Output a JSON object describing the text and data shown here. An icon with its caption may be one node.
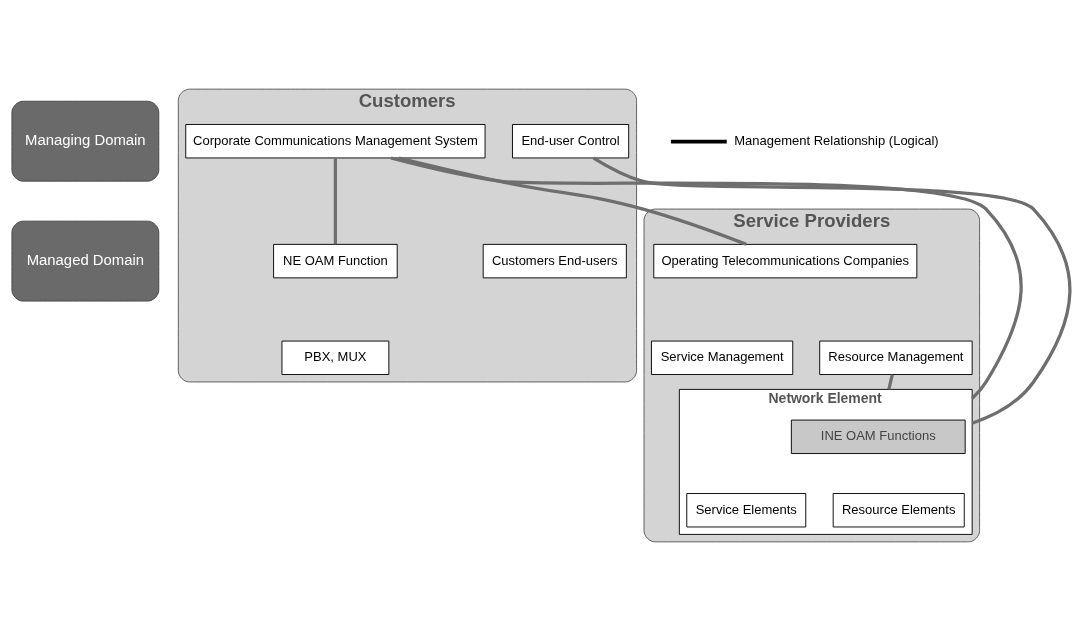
{
  "diagram": {
    "nodes": [
      {
        "text": [
          "Managing Domain"
        ]
      },
      {
        "text": [
          "Managed Domain"
        ]
      },
      {
        "text": [
          "Customers"
        ]
      },
      {
        "text": [
          "Corporate Communications Management System"
        ],
        "in": 2
      },
      {
        "text": [
          "NE OAM Function"
        ],
        "in": 2
      },
      {
        "text": [
          "PBX, MUX"
        ],
        "in": 2
      },
      {
        "text": [
          "End-user Control"
        ],
        "in": 2
      },
      {
        "text": [
          "Customers End-users"
        ],
        "in": 2
      },
      {
        "text": [
          "Service Providers"
        ]
      },
      {
        "text": [
          "Operating Telecommunications Companies"
        ],
        "in": 8
      },
      {
        "text": [
          "Service Management"
        ],
        "in": 8
      },
      {
        "text": [
          "Resource Management"
        ],
        "in": 8
      },
      {
        "text": [
          "Network Element"
        ],
        "in": 8
      },
      {
        "text": [
          "INE OAM Functions"
        ],
        "in": 12
      },
      {
        "text": [
          "Service Elements"
        ],
        "in": 12
      },
      {
        "text": [
          "Resource Elements"
        ],
        "in": 12
      }
    ],
    "edges": [
      {
        "from": 3,
        "to": 4,
        "arrow": "none"
      },
      {
        "from": 3,
        "to": 9,
        "arrow": "none"
      },
      {
        "from": 3,
        "to": 12,
        "arrow": "none"
      },
      {
        "from": 11,
        "to": 12,
        "arrow": "none"
      },
      {
        "from": 6,
        "to": 12,
        "arrow": "none"
      }
    ],
    "legend": [
      {
        "text": "Management Relationship (Logical)"
      }
    ]
  }
}
